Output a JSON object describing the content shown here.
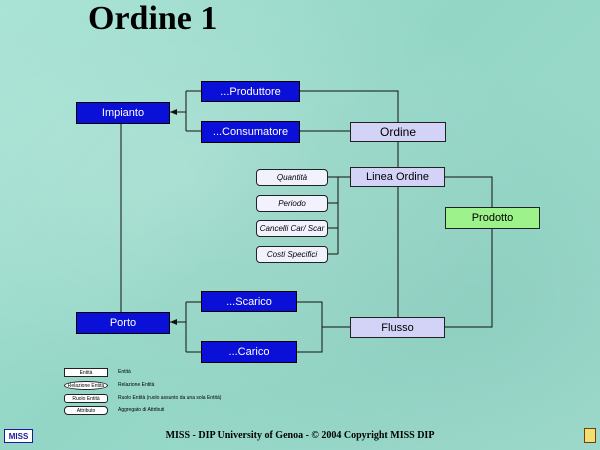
{
  "title": "Ordine 1",
  "entities": {
    "impianto": "Impianto",
    "produttore": "...Produttore",
    "consumatore": "...Consumatore",
    "ordine": "Ordine",
    "linea_ordine": "Linea Ordine",
    "prodotto": "Prodotto",
    "scarico": "...Scarico",
    "carico": "...Carico",
    "porto": "Porto",
    "flusso": "Flusso"
  },
  "attributes": [
    "Quantità",
    "Periodo",
    "Cancelli Car/ Scar",
    "Costi Specifici"
  ],
  "legend": [
    {
      "symbol": "Entità",
      "text": "Entità"
    },
    {
      "symbol": "Relazione Entità",
      "text": "Relazione Entità"
    },
    {
      "symbol": "Ruolo Entità",
      "text": "Ruolo Entità (ruolo assunto da una sola Entità)"
    },
    {
      "symbol": "Attributo",
      "text": "Aggregato di Attributi"
    }
  ],
  "footer": "MISS - DIP University of Genoa  -  © 2004 Copyright MISS DIP",
  "logo": "MISS",
  "colors": {
    "entity": "#0a10d8",
    "relation": "#d3d3f7",
    "product": "#9ef28c",
    "background": "#a1ddcf"
  }
}
